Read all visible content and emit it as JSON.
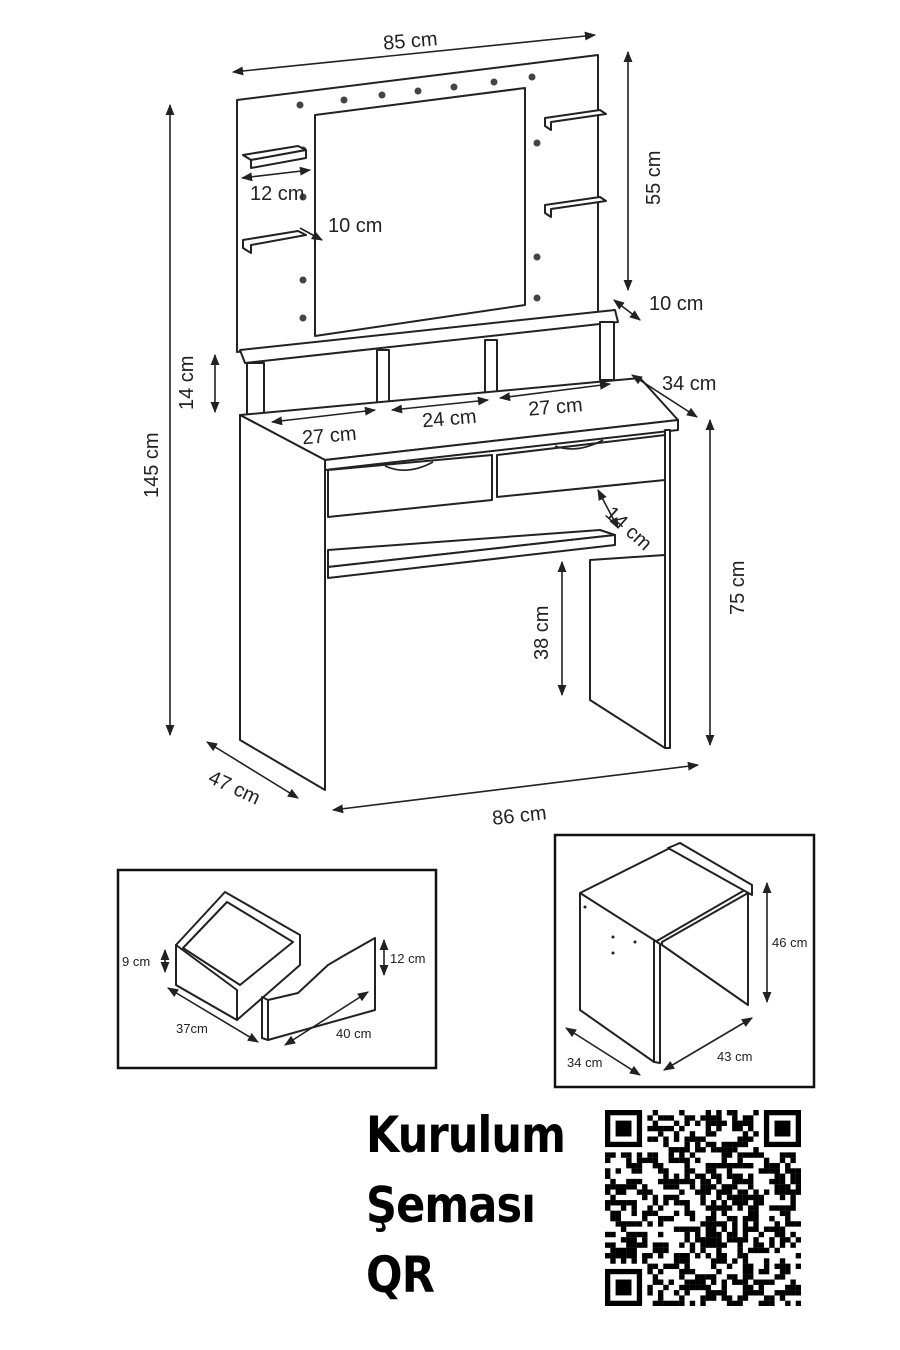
{
  "main_diagram": {
    "mirror_width": "85 cm",
    "mirror_height": "55 cm",
    "total_height": "145 cm",
    "hutch_height": "14 cm",
    "table_height": "75 cm",
    "knee_height": "38 cm",
    "depth": "47 cm",
    "width": "86 cm",
    "shelf_depth": "14 cm",
    "top_depth": "34 cm",
    "side_gap": "10 cm",
    "mirror_gap": "10 cm",
    "small_shelf": "12 cm",
    "compartment_left": "27 cm",
    "compartment_middle": "24 cm",
    "compartment_right": "27 cm"
  },
  "drawer_diagram": {
    "inner_height": "9 cm",
    "front_height": "12 cm",
    "depth": "37cm",
    "width": "40 cm"
  },
  "stool_diagram": {
    "height": "46 cm",
    "depth": "34 cm",
    "width": "43 cm"
  },
  "footer": {
    "title_line1": "Kurulum",
    "title_line2": "Şeması",
    "title_line3": "QR"
  }
}
